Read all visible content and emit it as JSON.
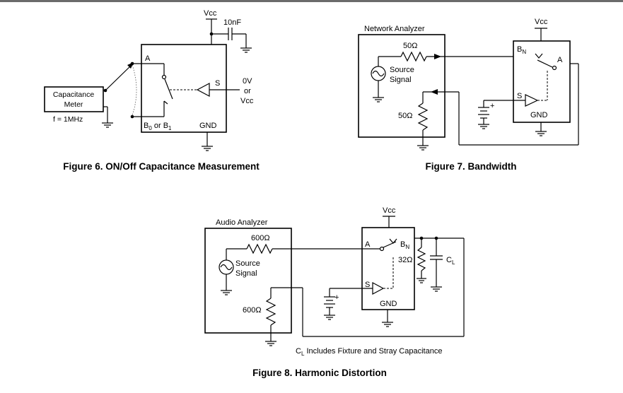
{
  "figures": [
    {
      "caption": "Figure 6. ON/Off Capacitance Measurement",
      "labels": {
        "vcc": "Vcc",
        "cap_value": "10nF",
        "meter_line1": "Capacitance",
        "meter_line2": "Meter",
        "freq": "f = 1MHz",
        "pin_a": "A",
        "pin_s": "S",
        "pin_b0": "B",
        "pin_b0_sub": "0",
        "pin_or": " or B",
        "pin_b1_sub": "1",
        "gnd": "GND",
        "ctl_0v": "0V",
        "ctl_or": "or",
        "ctl_vcc": "Vcc"
      }
    },
    {
      "caption": "Figure 7. Bandwidth",
      "labels": {
        "instrument": "Network Analyzer",
        "r_source": "50Ω",
        "r_load": "50Ω",
        "source1": "Source",
        "source2": "Signal",
        "vcc": "Vcc",
        "pin_bn": "B",
        "pin_bn_sub": "N",
        "pin_a": "A",
        "pin_s": "S",
        "gnd": "GND",
        "plus": "+"
      }
    },
    {
      "caption": "Figure 8. Harmonic Distortion",
      "labels": {
        "instrument": "Audio Analyzer",
        "r_source": "600Ω",
        "r_load": "600Ω",
        "source1": "Source",
        "source2": "Signal",
        "vcc": "Vcc",
        "pin_a": "A",
        "pin_bn": "B",
        "pin_bn_sub": "N",
        "r_term": "32Ω",
        "cl": "C",
        "cl_sub": "L",
        "pin_s": "S",
        "gnd": "GND",
        "plus": "+",
        "note_c": "C",
        "note_sub": "L",
        "note_text": " Includes Fixture and Stray Capacitance"
      }
    }
  ]
}
